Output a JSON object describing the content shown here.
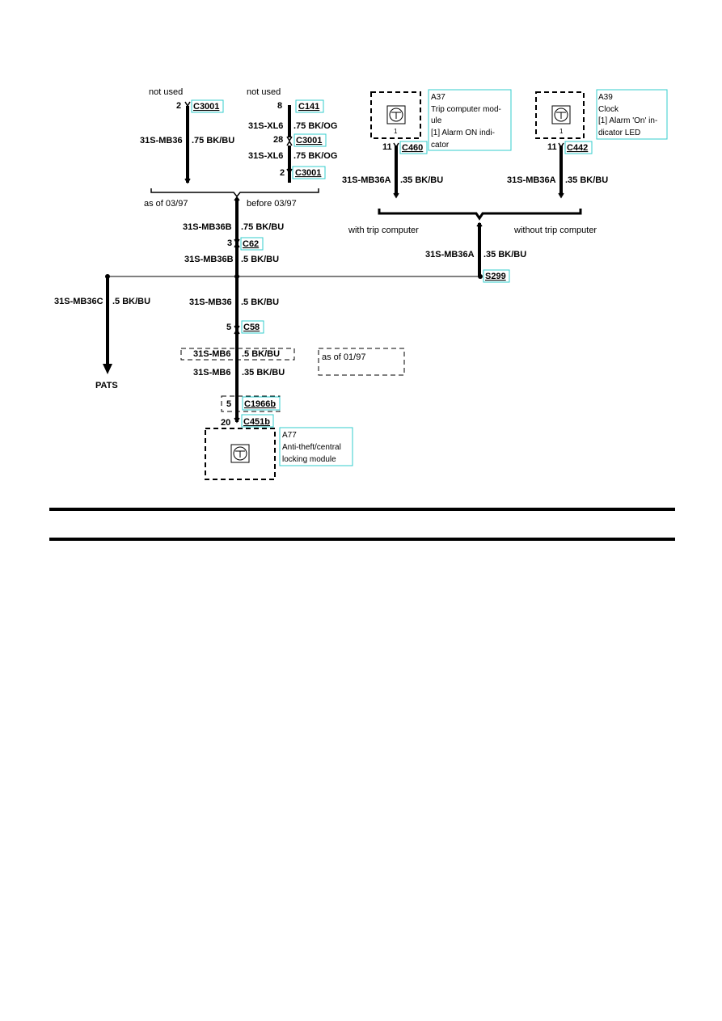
{
  "not_used_left": "not used",
  "not_used_right": "not used",
  "as_of_0397": "as of 03/97",
  "before_0397": "before 03/97",
  "with_trip": "with trip computer",
  "without_trip": "without trip computer",
  "as_of_0197": "as of 01/97",
  "pats": "PATS",
  "pins": {
    "c3001_left": "2",
    "c141": "8",
    "c3001_mid": "28",
    "c3001_low": "2",
    "c62": "3",
    "c58": "5",
    "c1966b": "5",
    "c451b": "20",
    "c460": "11",
    "c442": "11",
    "a37_pin": "1",
    "a39_pin": "1"
  },
  "connectors": {
    "c3001_left": "C3001",
    "c141": "C141",
    "c3001_mid": "C3001",
    "c3001_low": "C3001",
    "c62": "C62",
    "c58": "C58",
    "c1966b": "C1966b",
    "c451b": "C451b",
    "c460": "C460",
    "c442": "C442",
    "s299": "S299"
  },
  "wires": {
    "mb36_top_id": "31S-MB36",
    "mb36_top_spec": ".75 BK/BU",
    "xl6_a_id": "31S-XL6",
    "xl6_a_spec": ".75 BK/OG",
    "xl6_b_id": "31S-XL6",
    "xl6_b_spec": ".75 BK/OG",
    "mb36b_a_id": "31S-MB36B",
    "mb36b_a_spec": ".75 BK/BU",
    "mb36b_b_id": "31S-MB36B",
    "mb36b_b_spec": ".5 BK/BU",
    "mb36a_l_id": "31S-MB36A",
    "mb36a_l_spec": ".35 BK/BU",
    "mb36a_r_id": "31S-MB36A",
    "mb36a_r_spec": ".35 BK/BU",
    "mb36a_c_id": "31S-MB36A",
    "mb36a_c_spec": ".35 BK/BU",
    "mb36c_id": "31S-MB36C",
    "mb36c_spec": ".5 BK/BU",
    "mb36_mid_id": "31S-MB36",
    "mb36_mid_spec": ".5 BK/BU",
    "mb6_a_id": "31S-MB6",
    "mb6_a_spec": ".5 BK/BU",
    "mb6_b_id": "31S-MB6",
    "mb6_b_spec": ".35 BK/BU"
  },
  "modules": {
    "a37": {
      "code": "A37",
      "lines": [
        "Trip computer mod-",
        "ule",
        "[1] Alarm ON indi-",
        "cator"
      ]
    },
    "a39": {
      "code": "A39",
      "lines": [
        "Clock",
        "[1] Alarm 'On' in-",
        "dicator LED"
      ]
    },
    "a77": {
      "code": "A77",
      "lines": [
        "Anti-theft/central",
        "locking module"
      ]
    }
  },
  "colors": {
    "wire": "#000000",
    "label_box": "#33cccc"
  }
}
